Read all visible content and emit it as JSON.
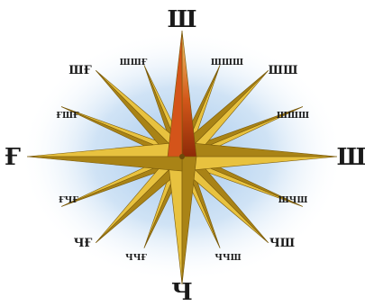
{
  "compass": {
    "cardinal": {
      "north": "Ш",
      "east": "Ш",
      "south": "Ч",
      "west": "Ғ"
    },
    "intercardinal": {
      "northeast": "ШШ",
      "northwest": "ШҒ",
      "southeast": "ЧШ",
      "southwest": "ЧҒ"
    },
    "secondary": {
      "nne": "ШШШ",
      "ene": "ШШШ",
      "ese": "ШЧШ",
      "sse": "ЧЧШ",
      "ssw": "ЧЧҒ",
      "wsw": "ҒЧҒ",
      "wnw": "ҒШҒ",
      "nnw": "ШШҒ"
    },
    "colors": {
      "needle_north": "#d4541a",
      "ray_gold": "#e8c23f",
      "ray_shadow": "#a98316",
      "halo": "#b8d4f0"
    }
  }
}
